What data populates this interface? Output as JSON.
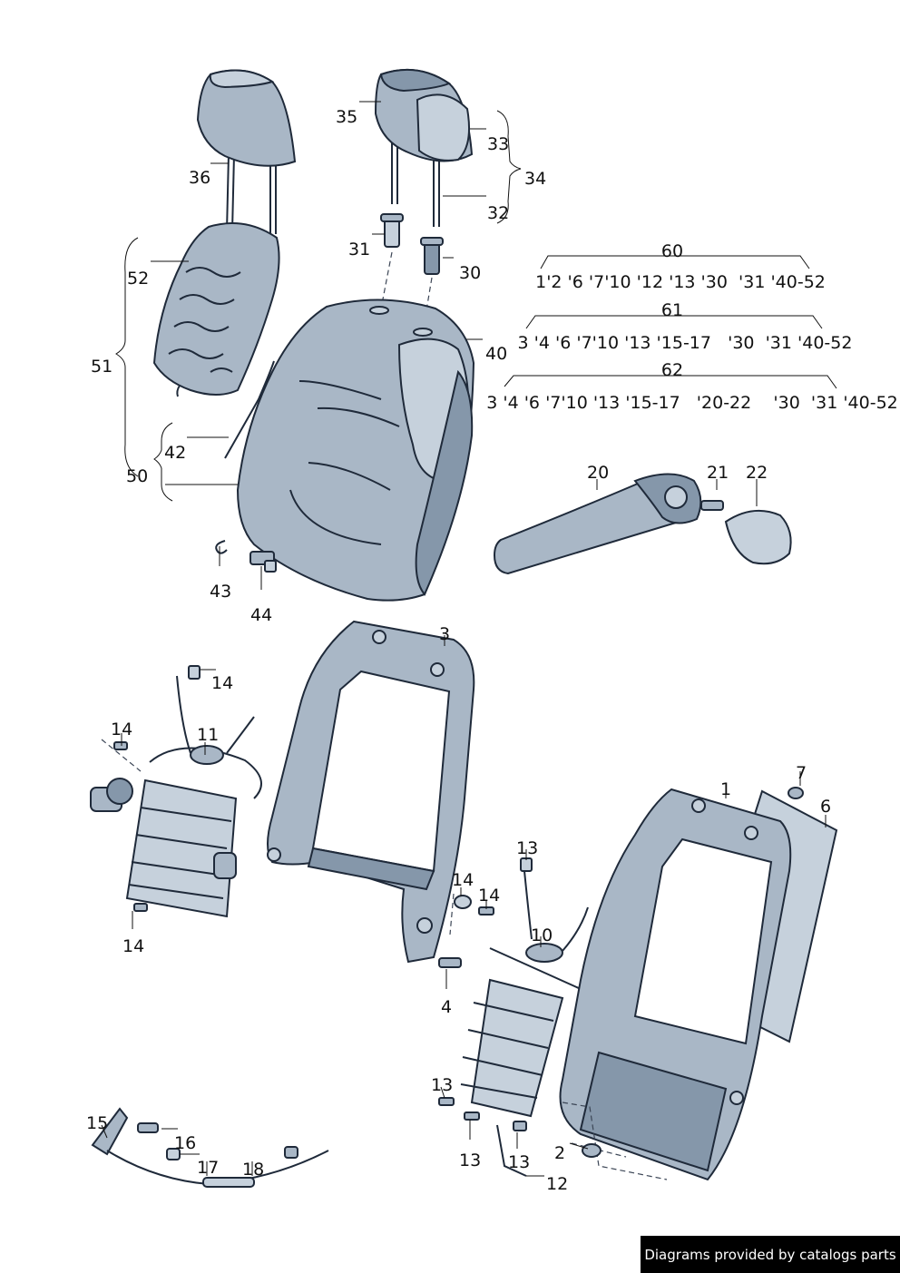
{
  "colors": {
    "part_fill": "#a9b7c6",
    "part_light": "#c6d1dc",
    "part_dark": "#8597aa",
    "outline": "#1f2a3a",
    "footer_bg": "#000000",
    "footer_text": "#ffffff"
  },
  "callouts": {
    "c1": "1",
    "c2": "2",
    "c3": "3",
    "c4": "4",
    "c6": "6",
    "c7": "7",
    "c10": "10",
    "c11": "11",
    "c12": "12",
    "c13a": "13",
    "c13b": "13",
    "c13c": "13",
    "c13d": "13",
    "c14a": "14",
    "c14b": "14",
    "c14c": "14",
    "c14d": "14",
    "c14e": "14",
    "c15": "15",
    "c16": "16",
    "c17": "17",
    "c18": "18",
    "c20": "20",
    "c21": "21",
    "c22": "22",
    "c30": "30",
    "c31": "31",
    "c32": "32",
    "c33": "33",
    "c34": "34",
    "c35": "35",
    "c36": "36",
    "c40": "40",
    "c42": "42",
    "c43": "43",
    "c44": "44",
    "c50": "50",
    "c51": "51",
    "c52": "52"
  },
  "groups": {
    "g60": {
      "number": "60",
      "items": "1'2 '6 '7'10 '12 '13 '30  '31 '40-52"
    },
    "g61": {
      "number": "61",
      "items": "3 '4 '6 '7'10 '13 '15-17   '30  '31 '40-52"
    },
    "g62": {
      "number": "62",
      "items": "3 '4 '6 '7'10 '13 '15-17   '20-22    '30  '31 '40-52"
    }
  },
  "footer": {
    "text": "Diagrams provided by catalogs parts"
  }
}
